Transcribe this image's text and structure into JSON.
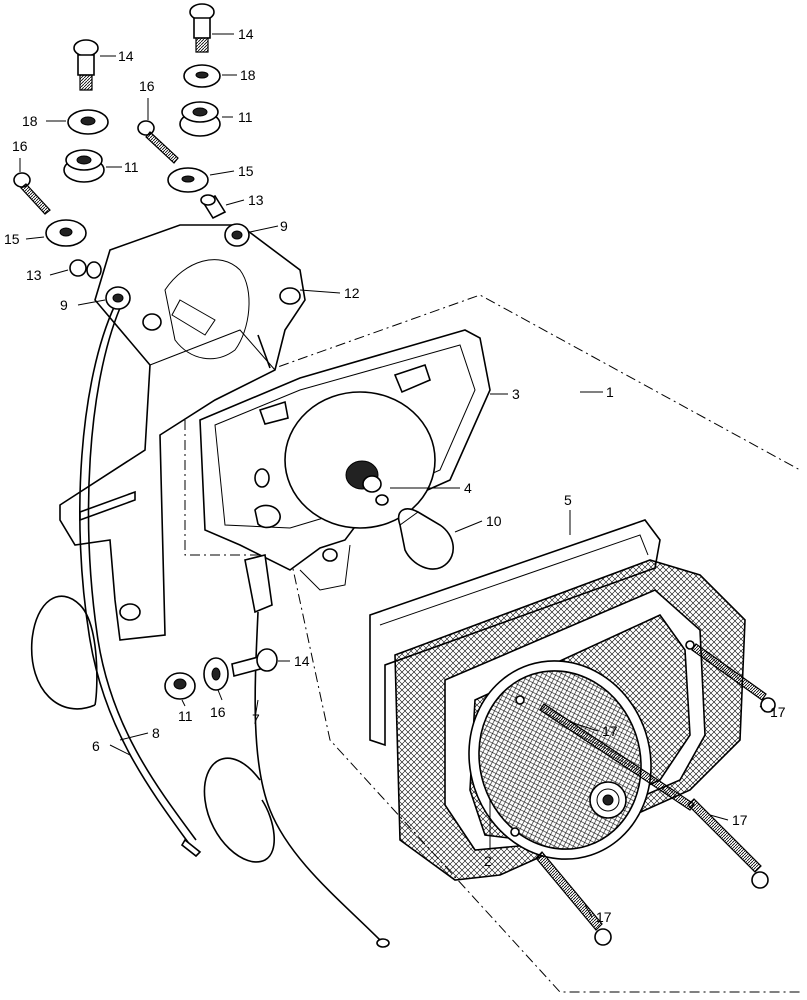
{
  "diagram": {
    "callouts": {
      "c1": "1",
      "c2": "2",
      "c3": "3",
      "c4": "4",
      "c5": "5",
      "c6": "6",
      "c7": "7",
      "c8": "8",
      "c9a": "9",
      "c9b": "9",
      "c10": "10",
      "c11a": "11",
      "c11b": "11",
      "c11c": "11",
      "c12": "12",
      "c13a": "13",
      "c13b": "13",
      "c14a": "14",
      "c14b": "14",
      "c14c": "14",
      "c15a": "15",
      "c15b": "15",
      "c16a": "16",
      "c16b": "16",
      "c16c": "16",
      "c17a": "17",
      "c17b": "17",
      "c17c": "17",
      "c17d": "17",
      "c18a": "18",
      "c18b": "18"
    }
  }
}
